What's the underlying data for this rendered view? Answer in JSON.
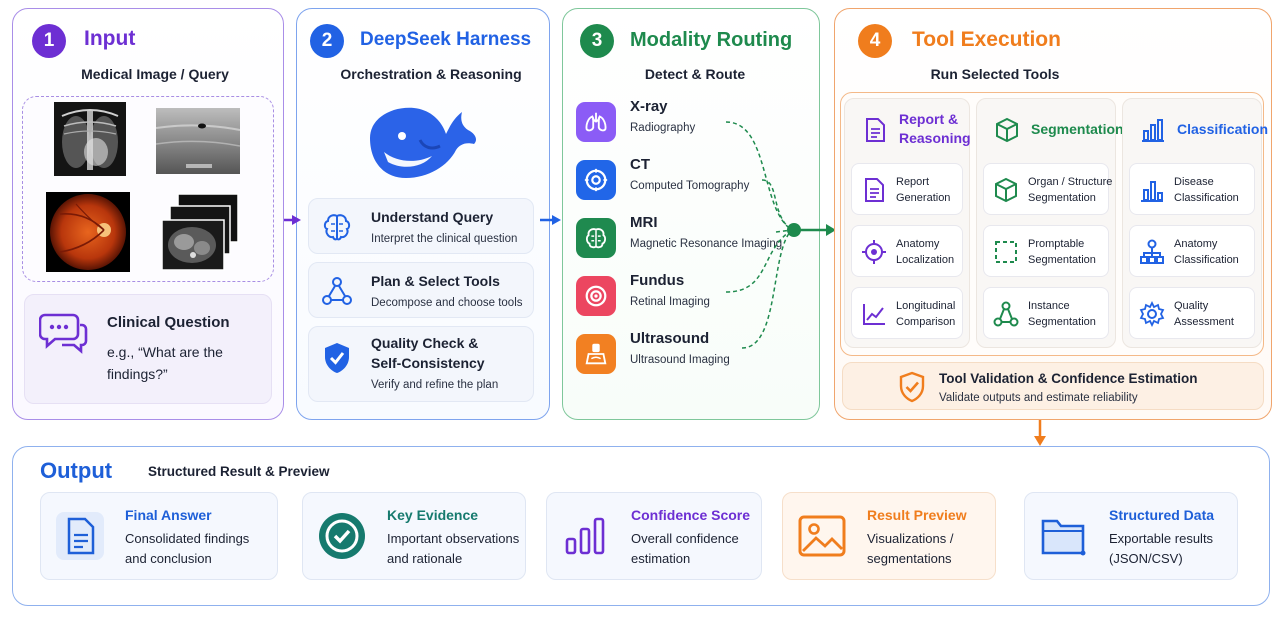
{
  "colors": {
    "purple": "#6d2fd3",
    "blue": "#2162e4",
    "green": "#1e8a4d",
    "orange": "#f07d1d",
    "output_blue": "#1e5fd8"
  },
  "step1": {
    "number": "1",
    "title": "Input",
    "subtitle": "Medical Image / Query",
    "image_labels": [
      "x-ray image",
      "ultrasound image",
      "fundus image",
      "ct slices"
    ],
    "question": {
      "title": "Clinical Question",
      "text": "e.g., “What are the findings?”",
      "icon": "chat-bubbles-icon"
    }
  },
  "step2": {
    "number": "2",
    "title": "DeepSeek Harness",
    "subtitle": "Orchestration & Reasoning",
    "logo": "whale-logo",
    "cards": [
      {
        "title": "Understand Query",
        "desc": "Interpret the clinical question",
        "icon": "brain-icon"
      },
      {
        "title": "Plan & Select Tools",
        "desc": "Decompose and choose tools",
        "icon": "network-icon"
      },
      {
        "title": "Quality Check & Self-Consistency",
        "desc": "Verify and refine the plan",
        "icon": "shield-check-icon"
      }
    ]
  },
  "step3": {
    "number": "3",
    "title": "Modality Routing",
    "subtitle": "Detect & Route",
    "modalities": [
      {
        "name": "X-ray",
        "desc": "Radiography",
        "icon": "lungs-icon",
        "color": "#8b5cf6"
      },
      {
        "name": "CT",
        "desc": "Computed Tomography",
        "icon": "ct-scanner-icon",
        "color": "#2166e8"
      },
      {
        "name": "MRI",
        "desc": "Magnetic Resonance Imaging",
        "icon": "brain-scan-icon",
        "color": "#1f8a4f"
      },
      {
        "name": "Fundus",
        "desc": "Retinal Imaging",
        "icon": "eye-icon",
        "color": "#ec4660"
      },
      {
        "name": "Ultrasound",
        "desc": "Ultrasound Imaging",
        "icon": "ultrasound-probe-icon",
        "color": "#f28022"
      }
    ]
  },
  "step4": {
    "number": "4",
    "title": "Tool Execution",
    "subtitle": "Run Selected Tools",
    "columns": [
      {
        "header": "Report & Reasoning",
        "color": "#6d2fd3",
        "icon": "document-icon",
        "tools": [
          {
            "label": "Report Generation",
            "icon": "report-icon"
          },
          {
            "label": "Anatomy Localization",
            "icon": "crosshair-icon"
          },
          {
            "label": "Longitudinal Comparison",
            "icon": "trend-chart-icon"
          }
        ]
      },
      {
        "header": "Segmentation",
        "color": "#1e8a4d",
        "icon": "cube-icon",
        "tools": [
          {
            "label": "Organ / Structure Segmentation",
            "icon": "cube-outline-icon"
          },
          {
            "label": "Promptable Segmentation",
            "icon": "dashed-box-icon"
          },
          {
            "label": "Instance Segmentation",
            "icon": "nodes-icon"
          }
        ]
      },
      {
        "header": "Classification",
        "color": "#2162e4",
        "icon": "bar-chart-icon",
        "tools": [
          {
            "label": "Disease Classification",
            "icon": "bar-chart-small-icon"
          },
          {
            "label": "Anatomy Classification",
            "icon": "hierarchy-icon"
          },
          {
            "label": "Quality Assessment",
            "icon": "gear-icon"
          }
        ]
      }
    ],
    "validation": {
      "title": "Tool Validation & Confidence Estimation",
      "desc": "Validate outputs and estimate reliability",
      "icon": "shield-check-icon"
    }
  },
  "output": {
    "title": "Output",
    "subtitle": "Structured Result & Preview",
    "cards": [
      {
        "title": "Final Answer",
        "desc": "Consolidated findings and conclusion",
        "icon": "document-icon",
        "color": "#1e5fd8"
      },
      {
        "title": "Key Evidence",
        "desc": "Important observations and rationale",
        "icon": "check-circle-icon",
        "color": "#167a6e"
      },
      {
        "title": "Confidence Score",
        "desc": "Overall confidence estimation",
        "icon": "bar-chart-icon",
        "color": "#6d2fd3"
      },
      {
        "title": "Result Preview",
        "desc": "Visualizations / segmentations",
        "icon": "image-icon",
        "color": "#f07d1d"
      },
      {
        "title": "Structured Data",
        "desc": "Exportable results (JSON/CSV)",
        "icon": "folder-icon",
        "color": "#1e5fd8"
      }
    ]
  }
}
